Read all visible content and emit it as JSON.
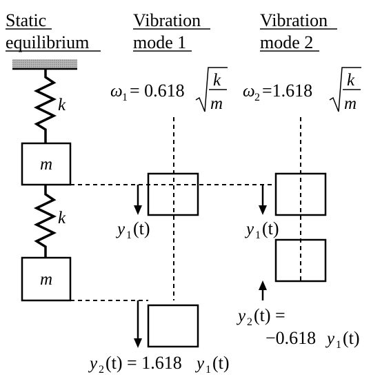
{
  "headers": {
    "static_line1": "Static",
    "static_line2": "equilibrium",
    "mode1_line1": "Vibration",
    "mode1_line2": "mode 1",
    "mode2_line1": "Vibration",
    "mode2_line2": "mode 2"
  },
  "labels": {
    "k": "k",
    "m": "m"
  },
  "omega1": {
    "symbol": "ω",
    "sub": "1",
    "value": "= 0.618",
    "num": "k",
    "den": "m"
  },
  "omega2": {
    "symbol": "ω",
    "sub": "2",
    "value": "=1.618",
    "num": "k",
    "den": "m"
  },
  "mode1": {
    "y1_label": {
      "y": "y",
      "sub": "1",
      "arg": "(t)"
    },
    "y2_label": {
      "y": "y",
      "sub": "2",
      "mid": "(t) = 1.618 ",
      "y2": "y",
      "sub2": "1",
      "arg": "(t)"
    }
  },
  "mode2": {
    "y1_label": {
      "y": "y",
      "sub": "1",
      "arg": "(t)"
    },
    "y2_line1": {
      "y": "y",
      "sub": "2",
      "arg": "(t) ="
    },
    "y2_line2": {
      "pre": "−0.618 ",
      "y": "y",
      "sub": "1",
      "arg": "(t)"
    }
  }
}
